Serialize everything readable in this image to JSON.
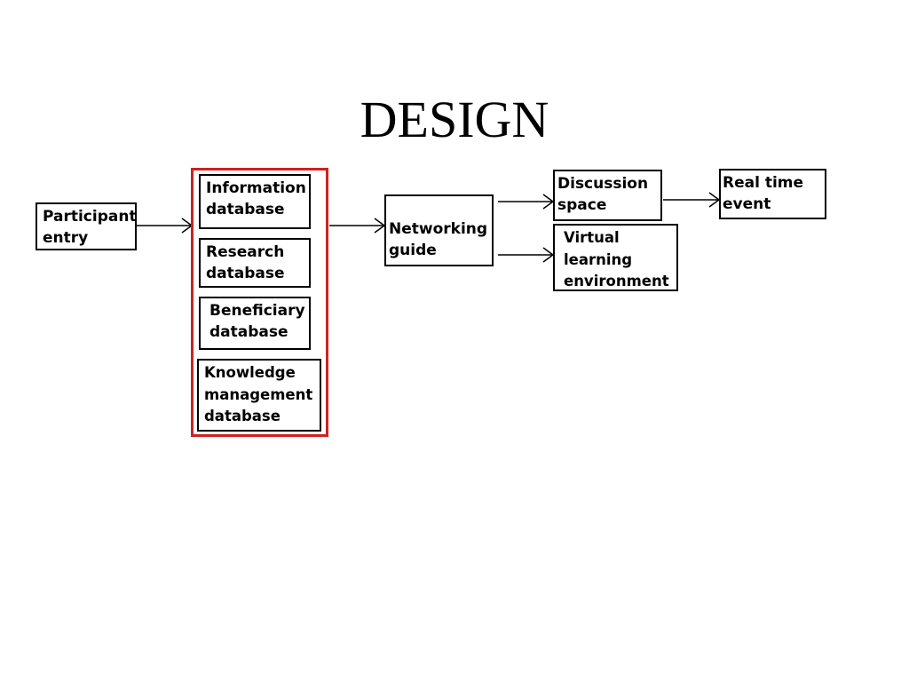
{
  "slide": {
    "title": "DESIGN"
  },
  "diagram": {
    "participant_entry": "Participant\nentry",
    "database_group": {
      "border_color": "#cc2222",
      "items": [
        "Information\ndatabase",
        "Research\ndatabase",
        "Beneficiary\ndatabase",
        "Knowledge\nmanagement\ndatabase"
      ]
    },
    "networking_guide": "Networking\nguide",
    "discussion_space": "Discussion\nspace",
    "virtual_learning": "Virtual\nlearning\nenvironment",
    "real_time_event": "Real time\nevent"
  }
}
